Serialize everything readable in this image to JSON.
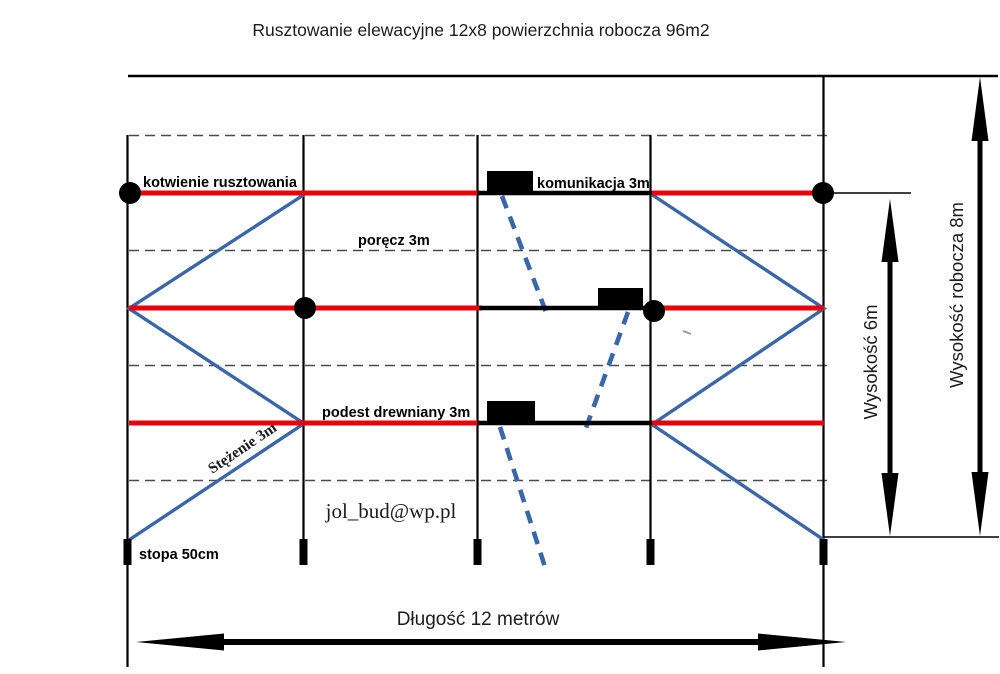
{
  "title": "Rusztowanie elewacyjne 12x8 powierzchnia robocza 96m2",
  "colors": {
    "red": "#e8000a",
    "blue": "#3a67a8",
    "ink": "#000000",
    "dash": "#4d4d4d",
    "text": "#1c1c1c"
  },
  "labels": {
    "anchoring": "kotwienie rusztowania",
    "communication": "komunikacja 3m",
    "guardrail": "poręcz 3m",
    "wooden_platform": "podest drewniany 3m",
    "bracing": "Stężenie 3m",
    "base_foot": "stopa 50cm",
    "email": "jol_bud@wp.pl"
  },
  "dimensions": {
    "length": "Długość 12 metrów",
    "height": "Wysokość 6m",
    "working_height": "Wysokość robocza 8m"
  }
}
